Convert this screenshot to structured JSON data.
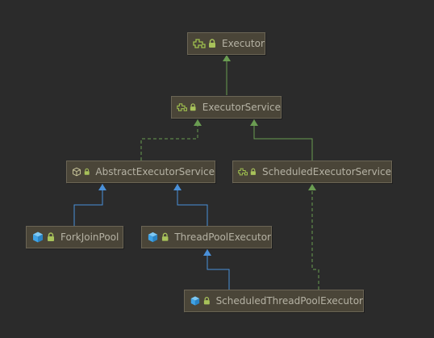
{
  "nodes": {
    "executor": {
      "label": "Executor",
      "kind": "interface"
    },
    "executor_service": {
      "label": "ExecutorService",
      "kind": "interface"
    },
    "abstract_executor_service": {
      "label": "AbstractExecutorService",
      "kind": "abstract-class"
    },
    "scheduled_executor_service": {
      "label": "ScheduledExecutorService",
      "kind": "interface"
    },
    "fork_join_pool": {
      "label": "ForkJoinPool",
      "kind": "class"
    },
    "thread_pool_executor": {
      "label": "ThreadPoolExecutor",
      "kind": "class"
    },
    "scheduled_thread_pool_executor": {
      "label": "ScheduledThreadPoolExecutor",
      "kind": "class"
    }
  },
  "edges": [
    {
      "from": "executor_service",
      "to": "executor",
      "relation": "extends"
    },
    {
      "from": "abstract_executor_service",
      "to": "executor_service",
      "relation": "implements"
    },
    {
      "from": "scheduled_executor_service",
      "to": "executor_service",
      "relation": "extends"
    },
    {
      "from": "fork_join_pool",
      "to": "abstract_executor_service",
      "relation": "extends"
    },
    {
      "from": "thread_pool_executor",
      "to": "abstract_executor_service",
      "relation": "extends"
    },
    {
      "from": "scheduled_thread_pool_executor",
      "to": "thread_pool_executor",
      "relation": "extends"
    },
    {
      "from": "scheduled_thread_pool_executor",
      "to": "scheduled_executor_service",
      "relation": "implements"
    }
  ],
  "colors": {
    "background": "#2b2b2b",
    "node_fill": "#4a4538",
    "interface_extends_edge": "#6a9c52",
    "implements_edge": "#6a9c52",
    "class_extends_edge": "#4a90d9",
    "lock_icon": "#a8c25a",
    "interface_icon": "#9fc04e",
    "class_icon": "#3fa3e6"
  },
  "icons": {
    "interface": "interface-icon",
    "abstract-class": "abstract-class-icon",
    "class": "class-icon",
    "visibility": "lock-icon"
  }
}
